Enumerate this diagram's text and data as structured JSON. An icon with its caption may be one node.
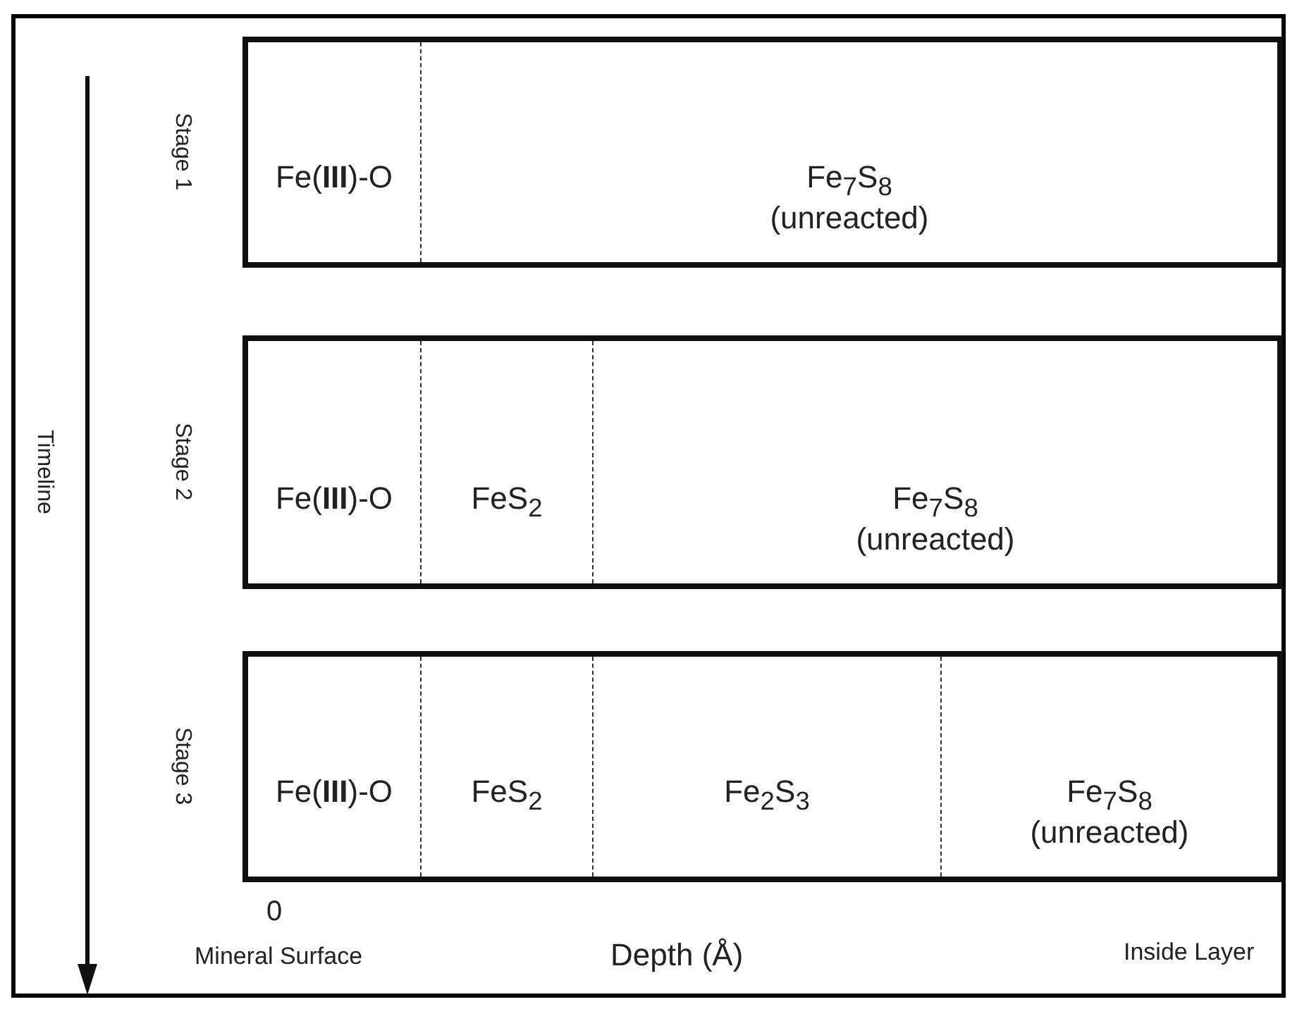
{
  "diagram": {
    "nodes": [
      {
        "text": [
          "Stage 1"
        ]
      },
      {
        "text": [
          "Fe(**III**)-O"
        ],
        "in": 0
      },
      {
        "text": [
          "Fe$_{7}$S$_{8}$ (unreacted)"
        ],
        "in": 0
      },
      {
        "text": [
          "Stage 2"
        ]
      },
      {
        "text": [
          "Fe(**III**)-O"
        ],
        "in": 3
      },
      {
        "text": [
          "FeS$_{2}$"
        ],
        "in": 3
      },
      {
        "text": [
          "Fe$_{7}$S$_{8}$ (unreacted)"
        ],
        "in": 3
      },
      {
        "text": [
          "Stage 3"
        ]
      },
      {
        "text": [
          "Fe(**III**)-O"
        ],
        "in": 7
      },
      {
        "text": [
          "FeS$_{2}$"
        ],
        "in": 7
      },
      {
        "text": [
          "Fe$_{2}$S$_{3}$"
        ],
        "in": 7
      },
      {
        "text": [
          "Fe$_{7}$S$_{8}$ (unreacted)"
        ],
        "in": 7
      }
    ],
    "edges": [],
    "labels": [
      "Timeline",
      "0",
      "Mineral Surface",
      "Depth (Å)",
      "Inside Layer"
    ]
  }
}
